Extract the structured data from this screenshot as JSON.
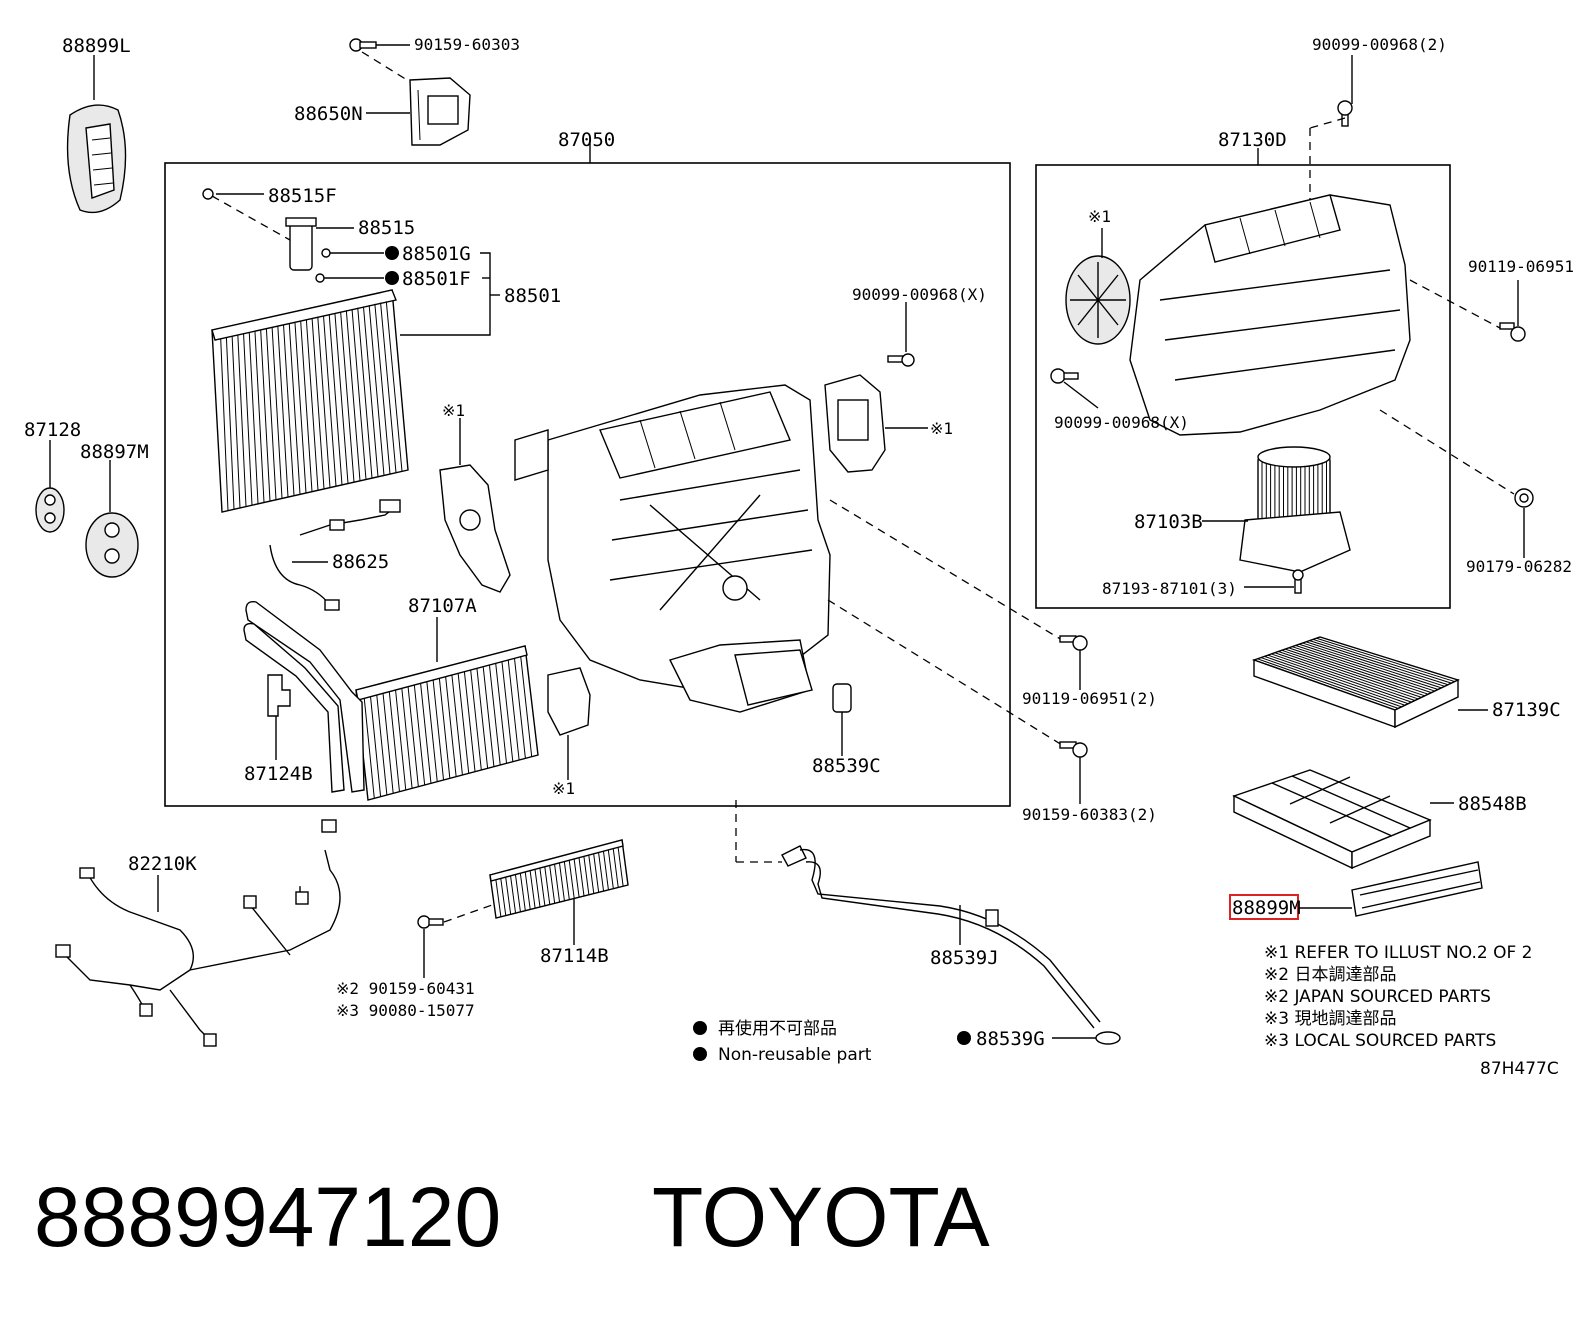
{
  "labels": {
    "p88899L": "88899L",
    "p90159_60303": "90159-60303",
    "p88650N": "88650N",
    "p87050": "87050",
    "p90099_00968_2": "90099-00968(2)",
    "p87130D": "87130D",
    "p88515F": "88515F",
    "p88515": "88515",
    "p88501G": "88501G",
    "p88501F": "88501F",
    "p88501": "88501",
    "p90099_00968_X_a": "90099-00968(X)",
    "p90119_06951": "90119-06951",
    "ref1_a": "※1",
    "ref1_b": "※1",
    "ref1_c": "※1",
    "ref1_d": "※1",
    "p90099_00968_X_b": "90099-00968(X)",
    "p87128": "87128",
    "p88897M": "88897M",
    "p88625": "88625",
    "p87103B": "87103B",
    "p90179_06282": "90179-06282",
    "p87193_87101_3": "87193-87101(3)",
    "p87107A": "87107A",
    "p90119_06951_2": "90119-06951(2)",
    "p87139C": "87139C",
    "p87124B": "87124B",
    "p88539C": "88539C",
    "p90159_60383_2": "90159-60383(2)",
    "p88548B": "88548B",
    "p82210K": "82210K",
    "p88899M": "88899M",
    "p87114B": "87114B",
    "p88539J": "88539J",
    "p90159_60431": "※2 90159-60431",
    "p90080_15077": "※3 90080-15077",
    "p88539G": "88539G"
  },
  "notes": {
    "n1": "※1 REFER TO ILLUST NO.2 OF 2",
    "n2": "※2 日本調達部品",
    "n3": "※2 JAPAN SOURCED PARTS",
    "n4": "※3 現地調達部品",
    "n5": "※3 LOCAL SOURCED PARTS",
    "legend_jp": "再使用不可部品",
    "legend_en": "Non-reusable part",
    "code": "87H477C"
  },
  "caption": {
    "part_number": "8889947120",
    "brand": "TOYOTA"
  },
  "colors": {
    "highlight": "#d22222",
    "ink": "#000000",
    "background": "#ffffff"
  }
}
